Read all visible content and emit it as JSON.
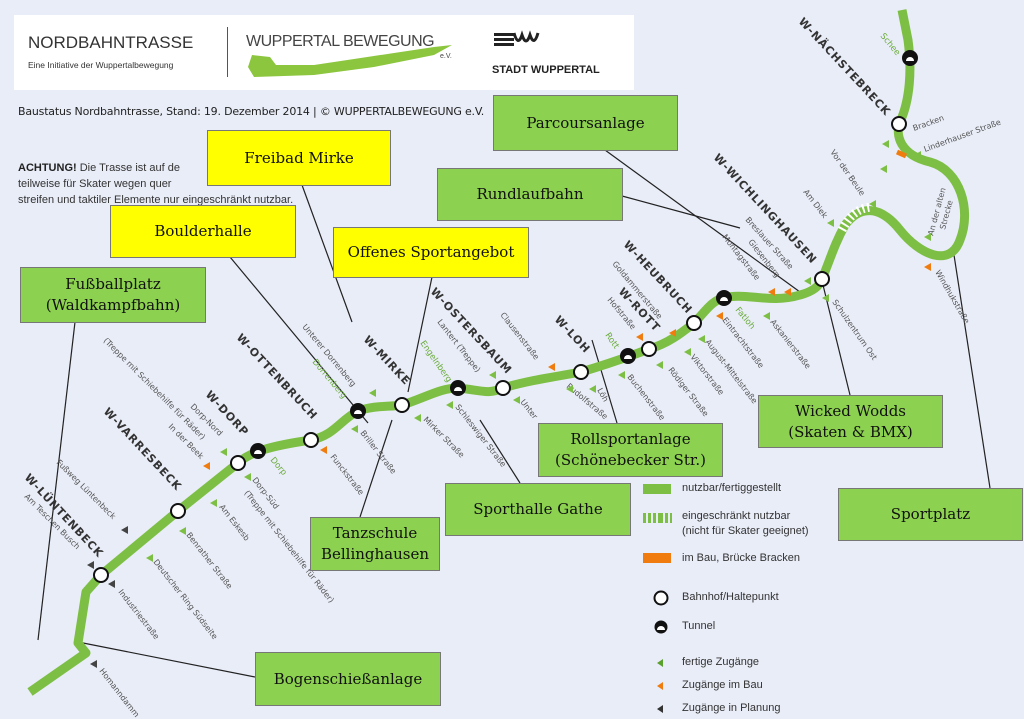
{
  "logos": {
    "nordbahntrasse": "NORDBAHNTRASSE",
    "nordbahntrasse_sub": "Eine Initiative der Wuppertalbewegung",
    "wuppertalbewegung": "WUPPERTAL BEWEGUNG",
    "wuppertalbewegung_ev": "e.V.",
    "stadt": "STADT WUPPERTAL"
  },
  "caption": "Baustatus Nordbahntrasse, Stand: 19. Dezember 2014 | © WUPPERTALBEWEGUNG e.V.",
  "warning": {
    "bold": "ACHTUNG!",
    "line1": " Die Trasse ist auf de",
    "line2": "teilweise für Skater wegen quer",
    "line3": "streifen und taktiler Elemente nur eingeschränkt nutzbar."
  },
  "colors": {
    "route": "#7dbf45",
    "construction": "#f07c0f",
    "planned": "#444444",
    "yellow_box": "#ffff00",
    "green_box": "#8cd14f",
    "background": "#e9edf8"
  },
  "stations": [
    "W-LÜNTENBECK",
    "W-VARRESBECK",
    "W-DORP",
    "W-OTTENBRUCH",
    "W-MIRKE",
    "W-OSTERSBAUM",
    "W-LOH",
    "W-ROTT",
    "W-HEUBRUCH",
    "W-WICHLINGHAUSEN",
    "W-NÄCHSTEBRECK"
  ],
  "places": [
    "Dorp",
    "Dorrenberg",
    "Engelnberg",
    "Rott",
    "Fatloh",
    "Schee"
  ],
  "streets": [
    "Homanndamm",
    "Industriestraße",
    "Am Teschen Busch",
    "Fußweg Lüntenbeck",
    "Deutscher Ring Südseite",
    "Benrather Straße",
    "Am Eskesb",
    "Dorp-Süd",
    "(Treppe mit Schiebehilfe für Räder)",
    "Dorp-Nord",
    "In der Beek",
    "(Treppe mit Schiebehilfe für Räder)",
    "Funckstraße",
    "Briller Straße",
    "Unterer Dorrenberg",
    "Mirker Straße",
    "Schleswiger Straße",
    "Lantert (Treppe)",
    "Clausenstraße",
    "Unter",
    "Rudolfstraße",
    "Löh",
    "Buchenstraße",
    "Hofstraße",
    "Goldammerstraße",
    "Rödiger Straße",
    "Viktorstraße",
    "August-Mittelstraße",
    "Eintrachtstraße",
    "Askanierstraße",
    "Montagstraße",
    "Giesenberg",
    "Breslauer Straße",
    "Schulzentrum Ost",
    "Am Diek",
    "Vor der Beule",
    "An der alten",
    "Strecke",
    "Windhukstraße",
    "Bracken",
    "Linderhauser Straße"
  ],
  "facilities": {
    "freibad": "Freibad Mirke",
    "boulderhalle": "Boulderhalle",
    "offenes": "Offenes Sportangebot",
    "fussball_1": "Fußballplatz",
    "fussball_2": "(Waldkampfbahn)",
    "parcours": "Parcoursanlage",
    "rundlauf": "Rundlaufbahn",
    "wicked_1": "Wicked Wodds",
    "wicked_2": "(Skaten & BMX)",
    "roll_1": "Rollsportanlage",
    "roll_2": "(Schönebecker Str.)",
    "sporthalle": "Sporthalle Gathe",
    "tanz_1": "Tanzschule",
    "tanz_2": "Bellinghausen",
    "sportplatz": "Sportplatz",
    "bogen": "Bogenschießanlage"
  },
  "legend": {
    "usable": "nutzbar/fertiggestellt",
    "restricted_1": "eingeschränkt nutzbar",
    "restricted_2": "(nicht für Skater geeignet)",
    "construction": "im Bau, Brücke Bracken",
    "station": "Bahnhof/Haltepunkt",
    "tunnel": "Tunnel",
    "access_done": "fertige Zugänge",
    "access_construction": "Zugänge im Bau",
    "access_planned": "Zugänge in Planung"
  }
}
